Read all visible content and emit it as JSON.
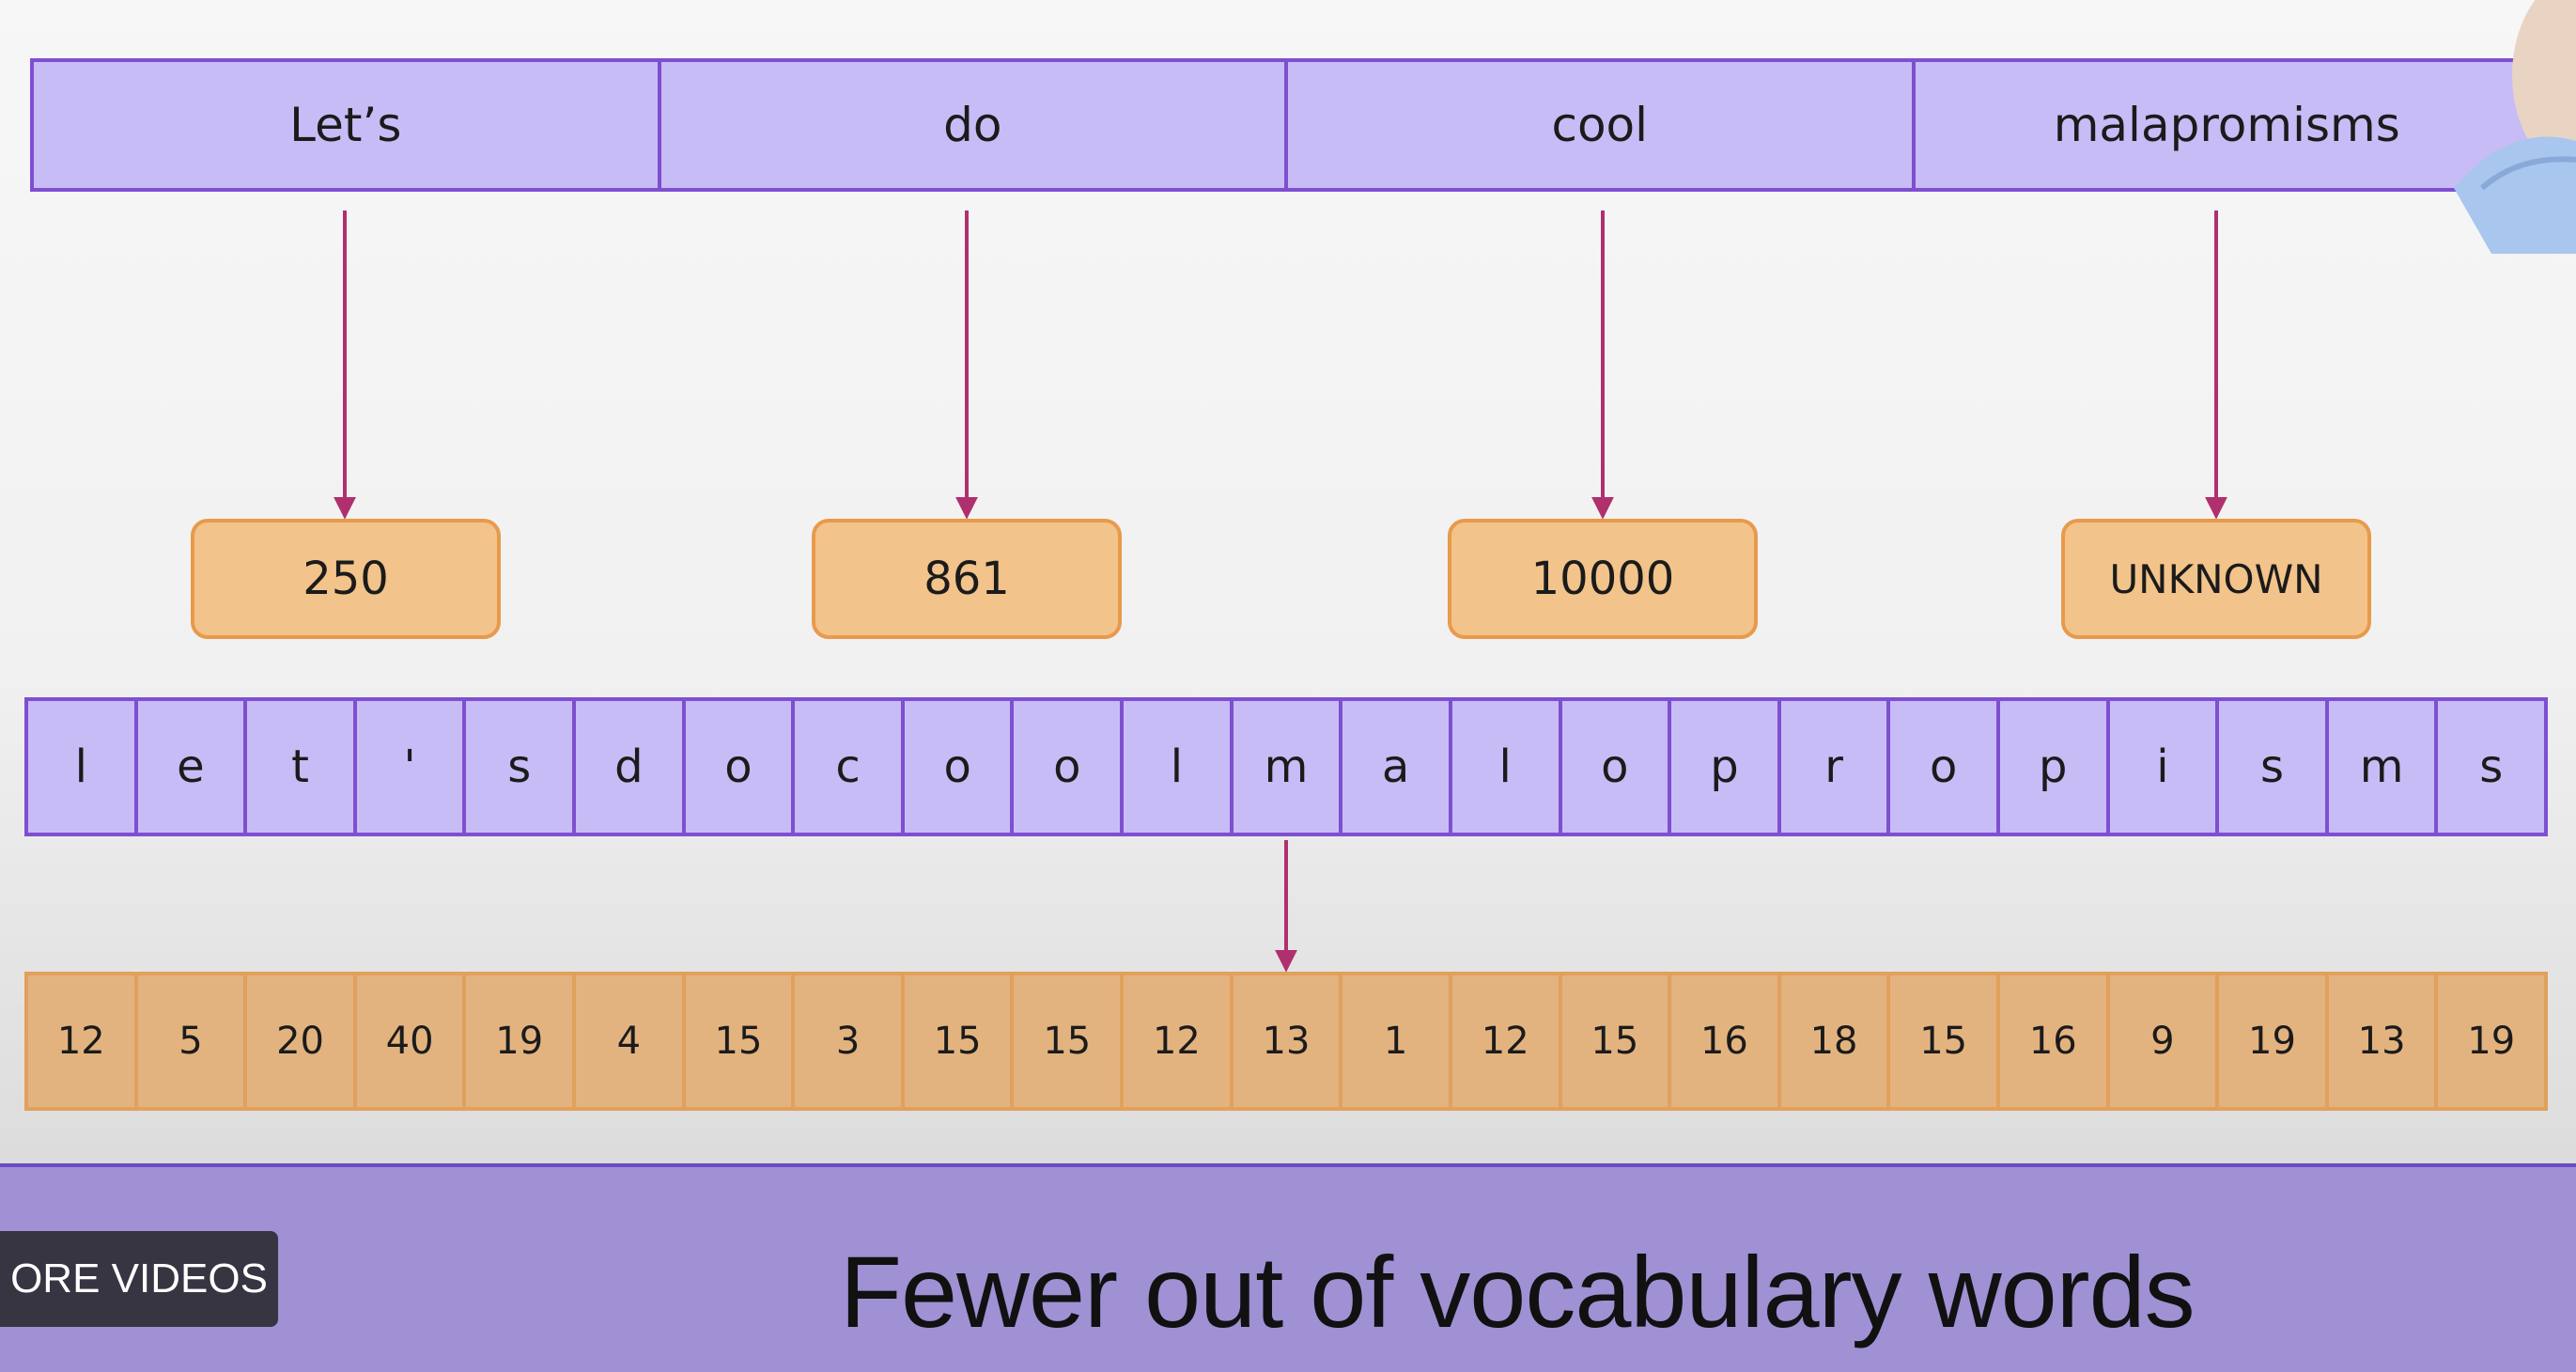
{
  "words": [
    "Let’s",
    "do",
    "cool",
    "malapromisms"
  ],
  "tokens": [
    "250",
    "861",
    "10000",
    "UNKNOWN"
  ],
  "characters": [
    "l",
    "e",
    "t",
    "'",
    "s",
    "d",
    "o",
    "c",
    "o",
    "o",
    "l",
    "m",
    "a",
    "l",
    "o",
    "p",
    "r",
    "o",
    "p",
    "i",
    "s",
    "m",
    "s"
  ],
  "codes": [
    "12",
    "5",
    "20",
    "40",
    "19",
    "4",
    "15",
    "3",
    "15",
    "15",
    "12",
    "13",
    "1",
    "12",
    "15",
    "16",
    "18",
    "15",
    "16",
    "9",
    "19",
    "13",
    "19"
  ],
  "caption": "Fewer out of vocabulary words",
  "overlay_button": "ORE VIDEOS",
  "colors": {
    "purple_fill": "#c8bcf6",
    "purple_border": "#7e4fd0",
    "orange_fill": "#f2c38a",
    "orange_border": "#e89a4c",
    "arrow": "#b0306e",
    "band": "#9f91d3"
  }
}
